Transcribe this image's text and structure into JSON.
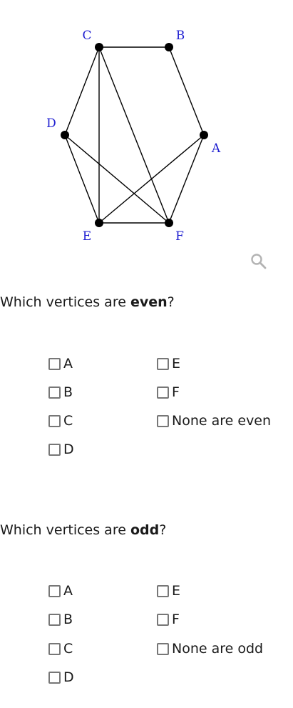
{
  "graph": {
    "vertices": [
      "A",
      "B",
      "C",
      "D",
      "E",
      "F"
    ],
    "edges": [
      [
        "C",
        "B"
      ],
      [
        "B",
        "A"
      ],
      [
        "A",
        "F"
      ],
      [
        "A",
        "E"
      ],
      [
        "C",
        "E"
      ],
      [
        "C",
        "F"
      ],
      [
        "C",
        "D"
      ],
      [
        "D",
        "E"
      ],
      [
        "D",
        "F"
      ],
      [
        "E",
        "F"
      ]
    ],
    "label_color": "#1f1fd1",
    "edge_color": "#000000"
  },
  "zoom": {
    "icon": "magnifier-icon"
  },
  "q1": {
    "prefix": "Which vertices are ",
    "bold": "even",
    "suffix": "?",
    "options": [
      "A",
      "B",
      "C",
      "D",
      "E",
      "F",
      "None are even"
    ]
  },
  "q2": {
    "prefix": "Which vertices are ",
    "bold": "odd",
    "suffix": "?",
    "options": [
      "A",
      "B",
      "C",
      "D",
      "E",
      "F",
      "None are odd"
    ]
  }
}
